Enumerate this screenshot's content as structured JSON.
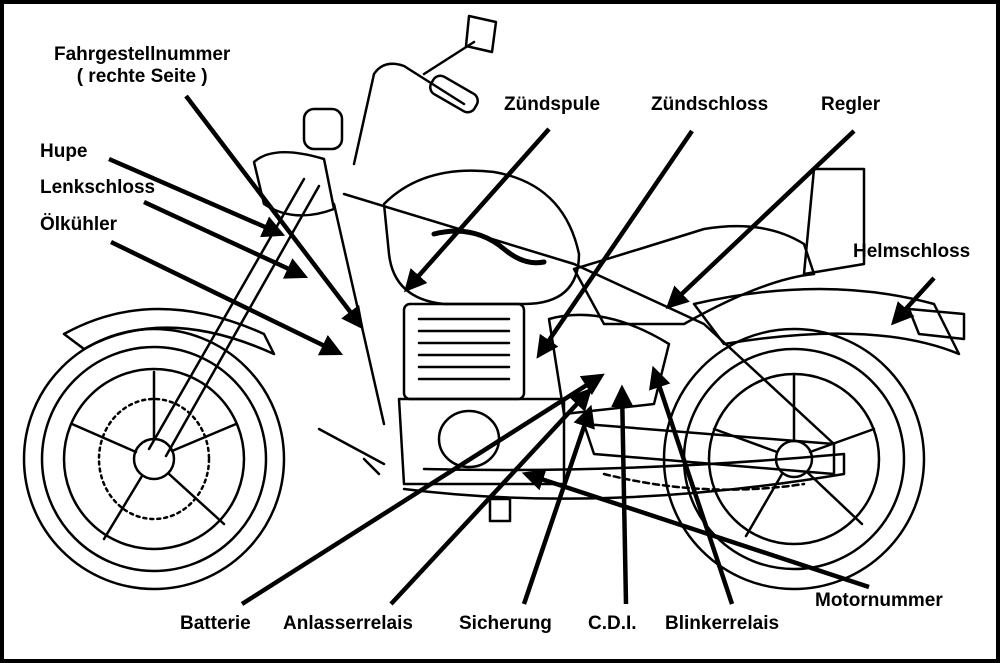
{
  "diagram": {
    "labels": {
      "fahrgestellnummer_line1": "Fahrgestellnummer",
      "fahrgestellnummer_line2": "( rechte Seite )",
      "hupe": "Hupe",
      "lenkschloss": "Lenkschloss",
      "oelkuehler": "Ölkühler",
      "zuendspule": "Zündspule",
      "zuendschloss": "Zündschloss",
      "regler": "Regler",
      "helmschloss": "Helmschloss",
      "motornummer": "Motornummer",
      "batterie": "Batterie",
      "anlasserrelais": "Anlasserrelais",
      "sicherung": "Sicherung",
      "cdi": "C.D.I.",
      "blinkerrelais": "Blinkerrelais"
    },
    "colors": {
      "frame": "#000000",
      "background": "#ffffff",
      "ink": "#000000"
    }
  }
}
